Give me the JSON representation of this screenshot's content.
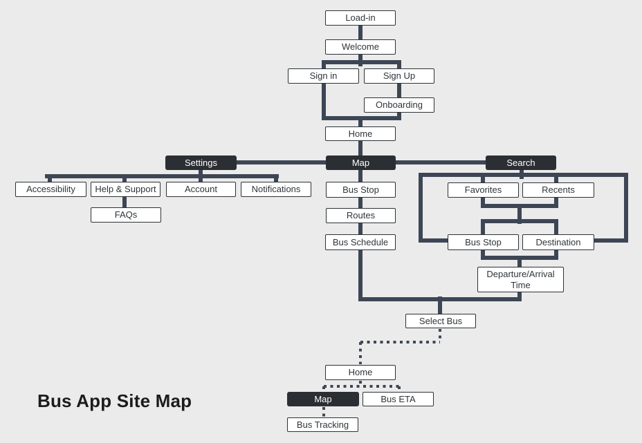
{
  "title": "Bus App Site Map",
  "colors": {
    "background": "#ebebeb",
    "line": "#3d4654",
    "node_dark_bg": "#2b2e32",
    "node_dark_text": "#ffffff",
    "node_light_bg": "#ffffff",
    "node_light_border": "#2c3134",
    "node_light_text": "#2f3438",
    "title_color": "#1c1c1e"
  },
  "nodes": [
    {
      "id": "load-in",
      "label": "Load-in",
      "variant": "light"
    },
    {
      "id": "welcome",
      "label": "Welcome",
      "variant": "light"
    },
    {
      "id": "sign-in",
      "label": "Sign in",
      "variant": "light"
    },
    {
      "id": "sign-up",
      "label": "Sign Up",
      "variant": "light"
    },
    {
      "id": "onboarding",
      "label": "Onboarding",
      "variant": "light"
    },
    {
      "id": "home-1",
      "label": "Home",
      "variant": "light"
    },
    {
      "id": "settings",
      "label": "Settings",
      "variant": "dark"
    },
    {
      "id": "map-1",
      "label": "Map",
      "variant": "dark"
    },
    {
      "id": "search",
      "label": "Search",
      "variant": "dark"
    },
    {
      "id": "accessibility",
      "label": "Accessibility",
      "variant": "light"
    },
    {
      "id": "help-support",
      "label": "Help & Support",
      "variant": "light"
    },
    {
      "id": "account",
      "label": "Account",
      "variant": "light"
    },
    {
      "id": "notifications",
      "label": "Notifications",
      "variant": "light"
    },
    {
      "id": "faqs",
      "label": "FAQs",
      "variant": "light"
    },
    {
      "id": "bus-stop-map",
      "label": "Bus Stop",
      "variant": "light"
    },
    {
      "id": "routes",
      "label": "Routes",
      "variant": "light"
    },
    {
      "id": "bus-schedule",
      "label": "Bus Schedule",
      "variant": "light"
    },
    {
      "id": "favorites",
      "label": "Favorites",
      "variant": "light"
    },
    {
      "id": "recents",
      "label": "Recents",
      "variant": "light"
    },
    {
      "id": "bus-stop-search",
      "label": "Bus Stop",
      "variant": "light"
    },
    {
      "id": "destination",
      "label": "Destination",
      "variant": "light"
    },
    {
      "id": "departure-arrival",
      "label": "Departure/Arrival Time",
      "variant": "light"
    },
    {
      "id": "select-bus",
      "label": "Select Bus",
      "variant": "light"
    },
    {
      "id": "home-2",
      "label": "Home",
      "variant": "light"
    },
    {
      "id": "map-2",
      "label": "Map",
      "variant": "dark"
    },
    {
      "id": "bus-eta",
      "label": "Bus ETA",
      "variant": "light"
    },
    {
      "id": "bus-tracking",
      "label": "Bus Tracking",
      "variant": "light"
    }
  ]
}
